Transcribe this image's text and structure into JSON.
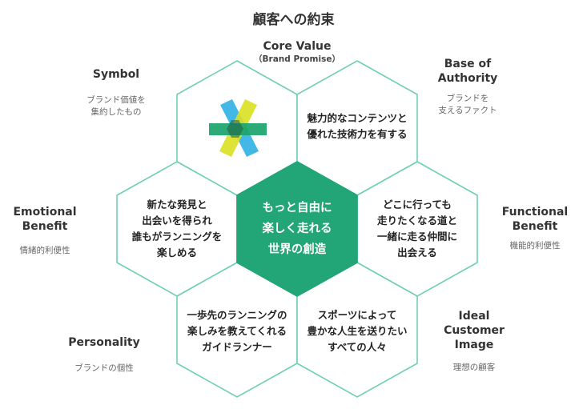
{
  "title": "顧客への約束",
  "core_value": {
    "label": "Core Value",
    "sub": "（Brand Promise）"
  },
  "center_text": "もっと自由に\n楽しく走れる\n世界の創造",
  "outer": {
    "symbol": {
      "label": "Symbol",
      "sub": "ブランド価値を\n集約したもの"
    },
    "base_of_authority": {
      "label": "Base of\nAuthority",
      "sub": "ブランドを\n支えるファクト"
    },
    "emotional_benefit": {
      "label": "Emotional\nBenefit",
      "sub": "情緒的利便性"
    },
    "functional_benefit": {
      "label": "Functional\nBenefit",
      "sub": "機能的利便性"
    },
    "personality": {
      "label": "Personality",
      "sub": "ブランドの個性"
    },
    "ideal_customer_image": {
      "label": "Ideal\nCustomer\nImage",
      "sub": "理想の顧客"
    }
  },
  "hex_text": {
    "authority": "魅力的なコンテンツと\n優れた技術力を有する",
    "emotional": "新たな発見と\n出会いを得られ\n誰もがランニングを\n楽しめる",
    "functional": "どこに行っても\n走りたくなる道と\n一緒に走る仲間に\n出会える",
    "personality": "一歩先のランニングの\n楽しみを教えてくれる\nガイドランナー",
    "ideal_customer": "スポーツによって\n豊かな人生を送りたい\nすべての人々"
  },
  "colors": {
    "accent": "#22a577",
    "outline": "#6fcfb2",
    "logo_green": "#1aa36b",
    "logo_yellow": "#d9e021",
    "logo_blue": "#39b4e6"
  }
}
